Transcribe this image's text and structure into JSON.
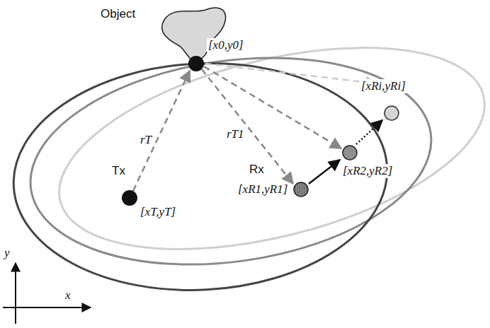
{
  "diagram": {
    "labels": [
      "Object",
      "[x0,y0]",
      "rT",
      "rT1",
      "Tx",
      "[xT,yT]",
      "Rx",
      "[xR1,yR1]",
      "[xR2,yR2]",
      "[xRi,yRi]",
      "y",
      "x"
    ]
  }
}
